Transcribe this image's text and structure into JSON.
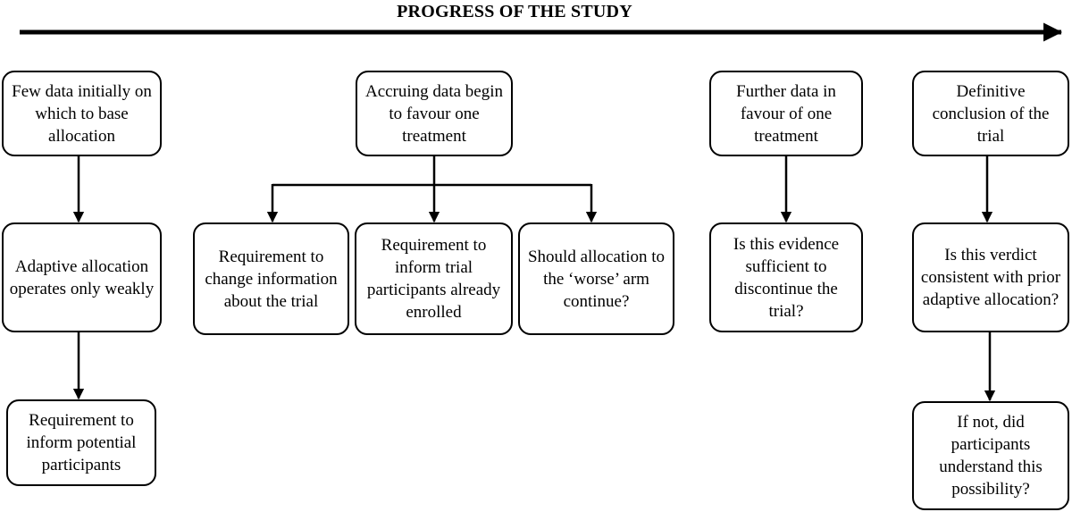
{
  "title": "PROGRESS OF THE STUDY",
  "boxes": {
    "few_data": "Few data initially on which to base allocation",
    "adaptive_weak": "Adaptive allocation operates only weakly",
    "inform_potential": "Requirement to inform potential participants",
    "accruing_data": "Accruing data begin to favour one treatment",
    "change_info": "Requirement to change information about the trial",
    "inform_enrolled": "Requirement to inform trial participants already enrolled",
    "worse_arm": "Should allocation to the ‘worse’ arm continue?",
    "further_data": "Further data in favour of one treatment",
    "evidence_sufficient": "Is this evidence sufficient to discontinue the trial?",
    "definitive": "Definitive conclusion of the trial",
    "verdict_consistent": "Is this verdict consistent with prior adaptive allocation?",
    "if_not": "If not, did participants understand this possibility?"
  }
}
